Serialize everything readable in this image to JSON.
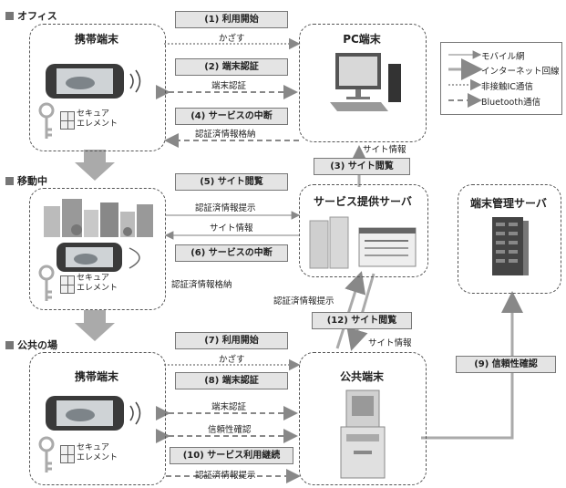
{
  "sections": {
    "office": "オフィス",
    "moving": "移動中",
    "public": "公共の場"
  },
  "boxes": {
    "office_mobile": "携帯端末",
    "pc": "PC端末",
    "service_server": "サービス提供サーバ",
    "terminal_server": "端末管理サーバ",
    "public_mobile": "携帯端末",
    "public_terminal": "公共端末"
  },
  "secure_element": [
    "セキュア",
    "エレメント"
  ],
  "steps": {
    "s1": "(1) 利用開始",
    "s2": "(2) 端末認証",
    "s3": "(3) サイト閲覧",
    "s4": "(4) サービスの中断",
    "s5": "(5) サイト閲覧",
    "s6": "(6) サービスの中断",
    "s7": "(7) 利用開始",
    "s8": "(8) 端末認証",
    "s9": "(9) 信頼性確認",
    "s10": "(10) サービス利用継続",
    "s12": "(12) サイト閲覧"
  },
  "labels": {
    "kazasu1": "かざす",
    "auth1": "端末認証",
    "stored1": "認証済情報格納",
    "siteinfo_pc": "サイト情報",
    "present_moving": "認証済情報提示",
    "siteinfo_moving": "サイト情報",
    "stored_moving": "認証済情報格納",
    "present_up": "認証済情報提示",
    "siteinfo_down": "サイト情報",
    "kazasu2": "かざす",
    "auth2": "端末認証",
    "trust": "信頼性確認",
    "present_public": "認証済情報提示"
  },
  "legend": {
    "items": [
      "モバイル網",
      "インターネット回線",
      "非接触IC通信",
      "Bluetooth通信"
    ]
  }
}
